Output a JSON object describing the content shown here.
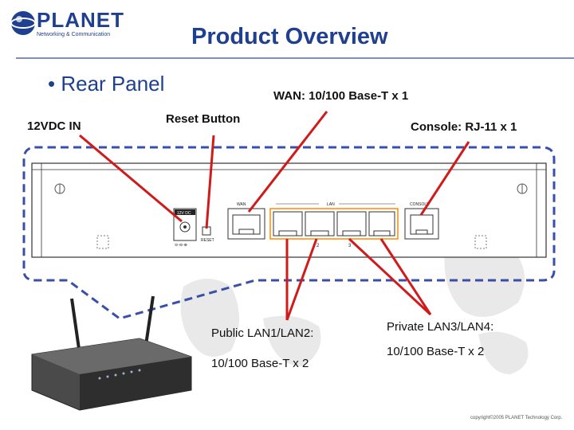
{
  "header": {
    "logo_text": "PLANET",
    "logo_tagline": "Networking & Communication",
    "title": "Product Overview"
  },
  "bullet": "• Rear Panel",
  "labels": {
    "power": "12VDC IN",
    "reset": "Reset Button",
    "wan": "WAN: 10/100 Base-T x 1",
    "console": "Console: RJ-11 x 1",
    "public_lan_1": "Public LAN1/LAN2:",
    "public_lan_2": "10/100 Base-T x 2",
    "private_lan_1": "Private LAN3/LAN4:",
    "private_lan_2": "10/100 Base-T x 2"
  },
  "panel": {
    "wan_port_label": "WAN",
    "lan_group_label": "LAN",
    "console_port_label": "CONSOLE",
    "power_label": "12V DC",
    "reset_label": "RESET",
    "port_numbers": [
      "1",
      "2",
      "3"
    ]
  },
  "footer": "copyright©2005 PLANET Technology Corp.",
  "colors": {
    "brand_blue": "#1f3f8f",
    "callout_red": "#d11a1a",
    "dashed_blue": "#3a4fa8",
    "lan_highlight": "#ff8a00"
  }
}
